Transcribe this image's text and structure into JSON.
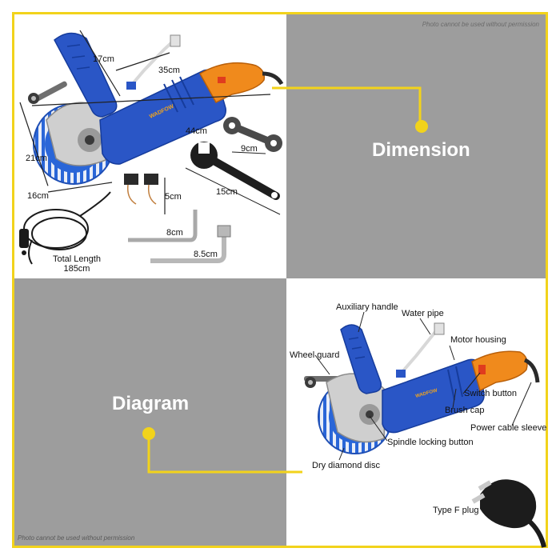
{
  "watermark": {
    "top": "Photo cannot be used without permission",
    "bottom": "Photo cannot be used without permission"
  },
  "sections": {
    "dimension_title": "Dimension",
    "diagram_title": "Diagram"
  },
  "brand_text": "WADFOW",
  "dimensions": {
    "handle_height": "17cm",
    "water_pipe_width": "35cm",
    "total_length": "44cm",
    "height": "21cm",
    "disc_width": "16cm",
    "small_wrench": "9cm",
    "brush_size": "5cm",
    "large_wrench": "15cm",
    "hex_key": "8cm",
    "socket_wrench": "8.5cm",
    "cable_label_line1": "Total Length",
    "cable_label_line2": "185cm"
  },
  "parts": {
    "auxiliary_handle": "Auxiliary handle",
    "water_pipe": "Water pipe",
    "motor_housing": "Motor housing",
    "wheel_guard": "Wheel guard",
    "switch_button": "Switch button",
    "brush_cap": "Brush cap",
    "power_cable_sleeve": "Power cable sleeve",
    "spindle_locking_button": "Spindle locking button",
    "dry_diamond_disc": "Dry diamond disc",
    "type_f_plug": "Type F plug"
  },
  "colors": {
    "accent_yellow": "#f2d31b",
    "panel_gray": "#9d9d9d",
    "tool_blue": "#2a56c6",
    "tool_orange": "#f08a1c"
  }
}
